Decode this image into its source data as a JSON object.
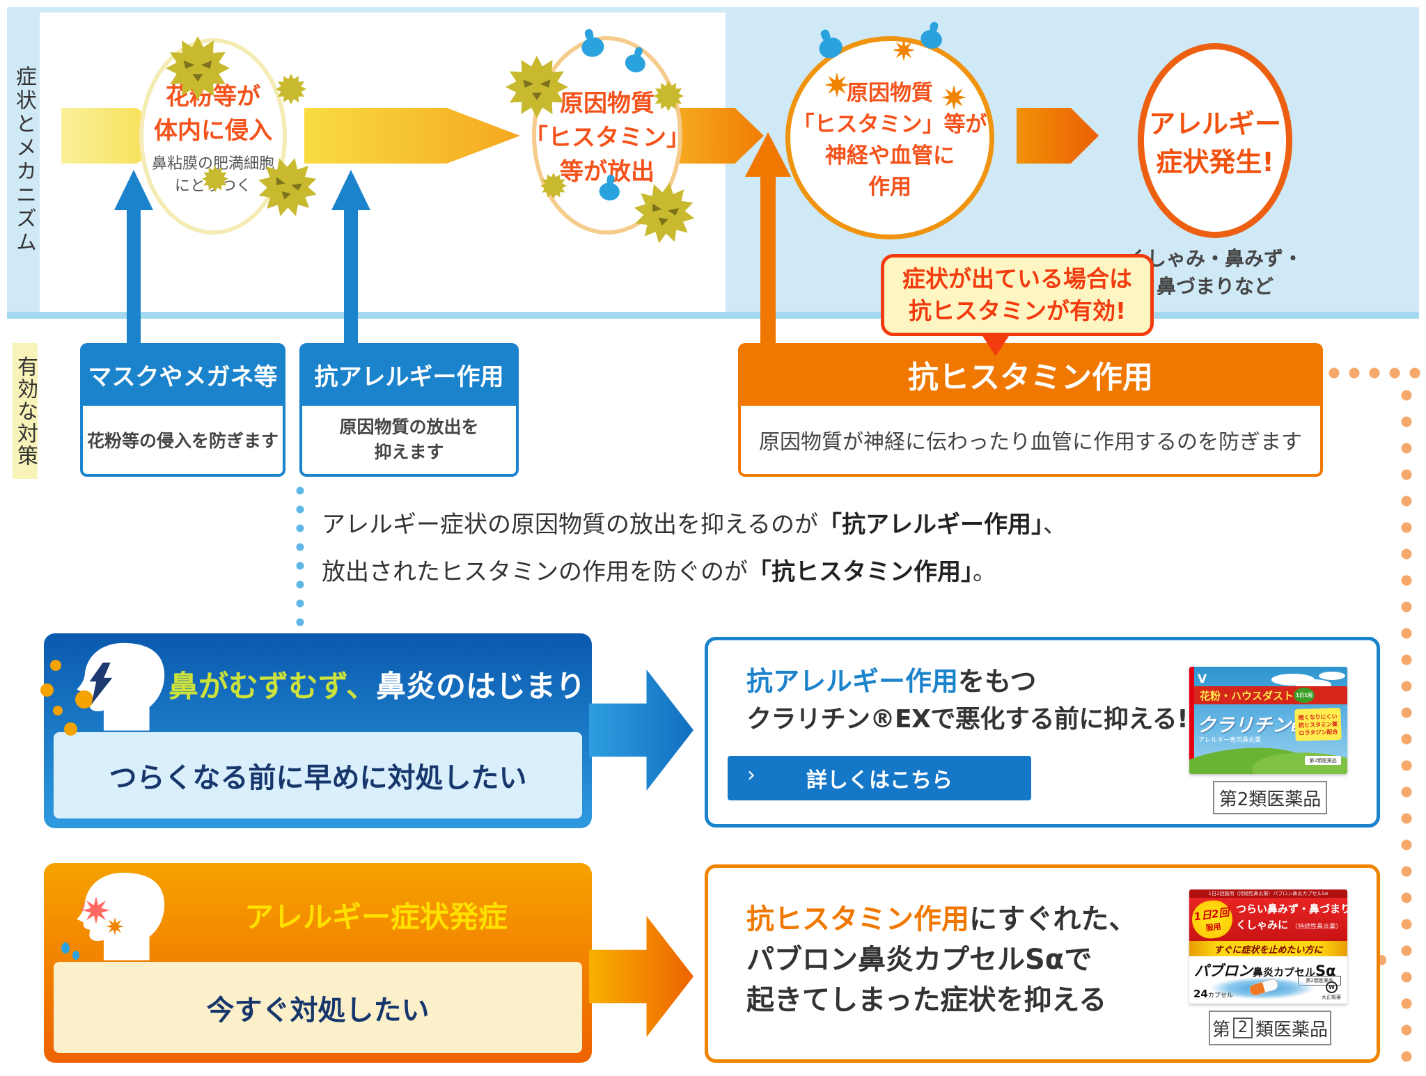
{
  "colors": {
    "blue": "#1b82cc",
    "orange": "#f07800",
    "callout_red": "#f23b0e",
    "band_blue": "#cfe9f7",
    "text_red": "#f4521b",
    "navy": "#17366b"
  },
  "mech": {
    "sidebar": "症状とメカニズム",
    "s1t1": "花粉等が",
    "s1t2": "体内に侵入",
    "s1n1": "鼻粘膜の肥満細胞",
    "s1n2": "にとりつく",
    "s2t1": "原因物質",
    "s2t2": "「ヒスタミン」",
    "s2t3": "等が放出",
    "s3t1": "原因物質",
    "s3t2": "「ヒスタミン」等が",
    "s3t3": "神経や血管に",
    "s3t4": "作用",
    "s4t1": "アレルギー",
    "s4t2": "症状発生!",
    "note1": "くしゃみ・鼻みず・",
    "note2": "鼻づまりなど",
    "callout1": "症状が出ている場合は",
    "callout2": "抗ヒスタミンが有効!"
  },
  "counter": {
    "sidebar": "有効な対策",
    "b1title": "マスクやメガネ等",
    "b1desc": "花粉等の侵入を防ぎます",
    "b2title": "抗アレルギー作用",
    "b2desc1": "原因物質の放出を",
    "b2desc2": "抑えます",
    "b3title": "抗ヒスタミン作用",
    "b3desc": "原因物質が神経に伝わったり血管に作用するのを防ぎます"
  },
  "explain": {
    "l1pre": "アレルギー症状の原因物質の放出を抑えるのが",
    "l1bold": "「抗アレルギー作用」",
    "l1post": "、",
    "l2pre": "放出されたヒスタミンの作用を防ぐのが",
    "l2bold": "「抗ヒスタミン作用」",
    "l2post": "。"
  },
  "case1": {
    "title_hl": "鼻がむずむず、",
    "title_rest": "鼻炎のはじまり",
    "wish": "つらくなる前に早めに対処したい",
    "sol_bold": "抗アレルギー作用",
    "sol_rest": "をもつ",
    "sol_line2": "クラリチン®EXで悪化する前に抑える!",
    "button": "詳しくはこちら",
    "button_chevron": "›",
    "drug_class": "第2類医薬品",
    "product": {
      "v": "V",
      "band": "花粉・ハウスダスト",
      "badge": "1日1回",
      "name": "クラリチン",
      "suffix": "EX",
      "tagline": "アレルギー専用鼻炎薬",
      "f1": "眠くなりにくい",
      "f2": "抗ヒスタミン薬",
      "f3": "ロラタジン配合",
      "cls": "第2類医薬品"
    }
  },
  "case2": {
    "title": "アレルギー症状発症",
    "wish": "今すぐ対処したい",
    "sol_bold": "抗ヒスタミン作用",
    "sol_rest": "にすぐれた、",
    "sol_line2": "パブロン鼻炎カプセルSαで",
    "sol_line3": "起きてしまった症状を抑える",
    "class_pre": "第",
    "class_num": "2",
    "class_post": "類医薬品",
    "product": {
      "strip": "1日2回服用（持続性鼻炎薬）パブロン鼻炎カプセルSα",
      "badge1": "1日2回",
      "badge2": "服用",
      "h1": "つらい鼻みず・鼻づまり・",
      "h2": "くしゃみに",
      "h2note": "〈持続性鼻炎薬〉",
      "yellow": "すぐに症状を止めたい方に",
      "n1": "パブロン",
      "n2": "鼻炎カプセル",
      "n3": "Sα",
      "cls": "第2類医薬品",
      "count": "24",
      "unit": "カプセル",
      "maker": "大正製薬"
    }
  }
}
